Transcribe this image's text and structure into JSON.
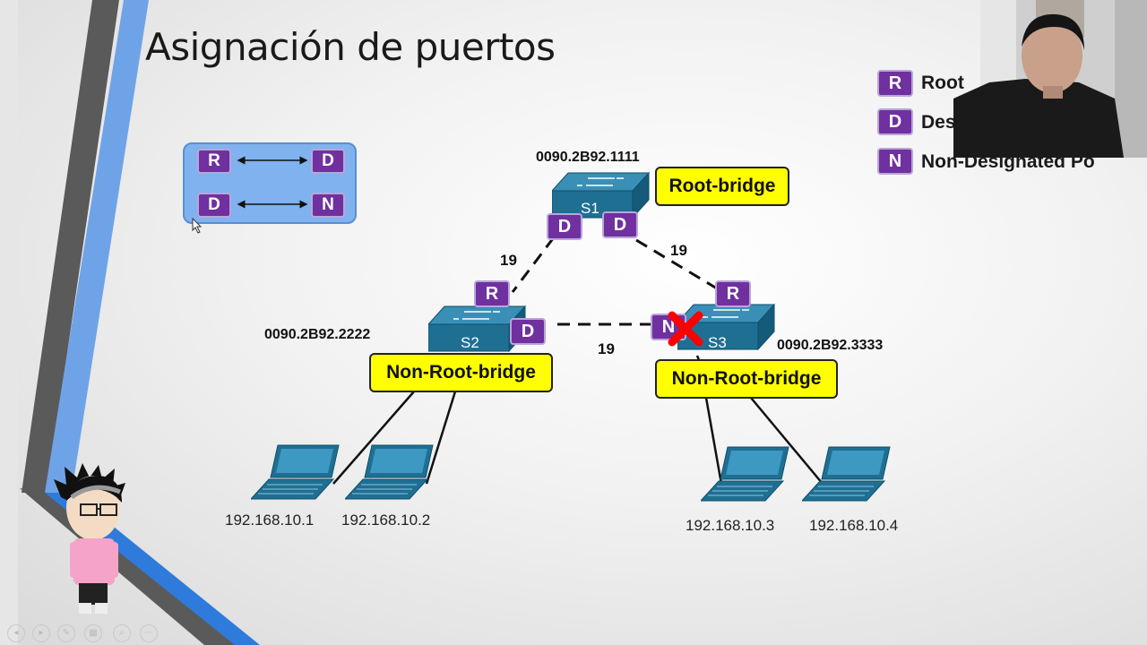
{
  "slide": {
    "title": "Asignación de puertos"
  },
  "key": {
    "row1": [
      "R",
      "D"
    ],
    "row2": [
      "D",
      "N"
    ]
  },
  "legend": [
    {
      "badge": "R",
      "label": "Root"
    },
    {
      "badge": "D",
      "label": "Designate"
    },
    {
      "badge": "N",
      "label": "Non-Designated Po"
    }
  ],
  "switches": {
    "s1": {
      "name": "S1",
      "mac": "0090.2B92.1111",
      "role": "Root-bridge",
      "ports": [
        "D",
        "D"
      ]
    },
    "s2": {
      "name": "S2",
      "mac": "0090.2B92.2222",
      "role": "Non-Root-bridge",
      "ports": [
        "R",
        "D"
      ]
    },
    "s3": {
      "name": "S3",
      "mac": "0090.2B92.3333",
      "role": "Non-Root-bridge",
      "ports": [
        "R",
        "N"
      ]
    }
  },
  "links": {
    "s1_s2_cost": "19",
    "s1_s3_cost": "19",
    "s2_s3_cost": "19"
  },
  "hosts": [
    "192.168.10.1",
    "192.168.10.2",
    "192.168.10.3",
    "192.168.10.4"
  ],
  "colors": {
    "port_badge": "#7030a0",
    "role_label": "#ffff00",
    "switch": "#1f6f93",
    "blocked": "#ff0000",
    "key_box": "#7fb2ee"
  }
}
